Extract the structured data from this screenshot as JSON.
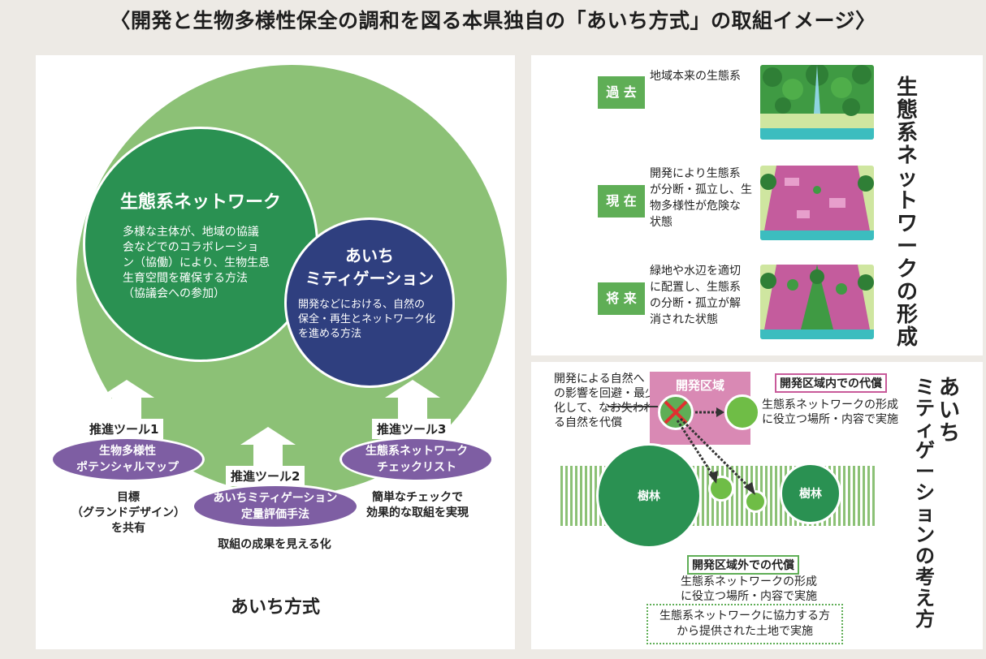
{
  "title": "〈開発と生物多様性保全の調和を図る本県独自の「あいち方式」の取組イメージ〉",
  "left": {
    "eco_network": {
      "heading": "生態系ネットワーク",
      "body_lines": [
        "多様な主体が、地域の協議",
        "会などでのコラボレーショ",
        "ン（協働）により、生物生息",
        "生育空間を確保する方法",
        "（協議会への参加）"
      ]
    },
    "aichi_mitigation": {
      "heading_lines": [
        "あいち",
        "ミティゲーション"
      ],
      "body_lines": [
        "開発などにおける、自然の",
        "保全・再生とネットワーク化",
        "を進める方法"
      ]
    },
    "tools": [
      {
        "label": "推進ツール1",
        "pill_lines": [
          "生物多様性",
          "ポテンシャルマップ"
        ],
        "caption_lines": [
          "目標",
          "（グランドデザイン）",
          "を共有"
        ]
      },
      {
        "label": "推進ツール2",
        "pill_lines": [
          "あいちミティゲーション",
          "定量評価手法"
        ],
        "caption_lines": [
          "取組の成果を見える化"
        ]
      },
      {
        "label": "推進ツール3",
        "pill_lines": [
          "生態系ネットワーク",
          "チェックリスト"
        ],
        "caption_lines": [
          "簡単なチェックで",
          "効果的な取組を実現"
        ]
      }
    ],
    "footer": "あいち方式"
  },
  "right_top": {
    "vertical_title": "生態系ネットワークの形成",
    "stages": [
      {
        "badge": "過 去",
        "text_lines": [
          "地域本来の生態系"
        ]
      },
      {
        "badge": "現 在",
        "text_lines": [
          "開発により生態系",
          "が分断・孤立し、生",
          "物多様性が危険な",
          "状態"
        ]
      },
      {
        "badge": "将 来",
        "text_lines": [
          "緑地や水辺を適切",
          "に配置し、生態系",
          "の分断・孤立が解",
          "消された状態"
        ]
      }
    ]
  },
  "right_bottom": {
    "vertical_title_col1": "あいち",
    "vertical_title_col2": "ミティゲーションの考え方",
    "intro_lines": [
      "開発による自然へ",
      "の影響を回避・最少",
      "化して、なお失われ",
      "る自然を代償"
    ],
    "dev_area_label": "開発区域",
    "inside_title": "開発区域内での代償",
    "inside_lines": [
      "生態系ネットワークの形成",
      "に役立つ場所・内容で実施"
    ],
    "forest_label_left": "樹林",
    "forest_label_right": "樹林",
    "outside_title": "開発区域外での代償",
    "outside_lines": [
      "生態系ネットワークの形成",
      "に役立つ場所・内容で実施"
    ],
    "dotted_lines": [
      "生態系ネットワークに協力する方",
      "から提供された土地で実施"
    ]
  }
}
